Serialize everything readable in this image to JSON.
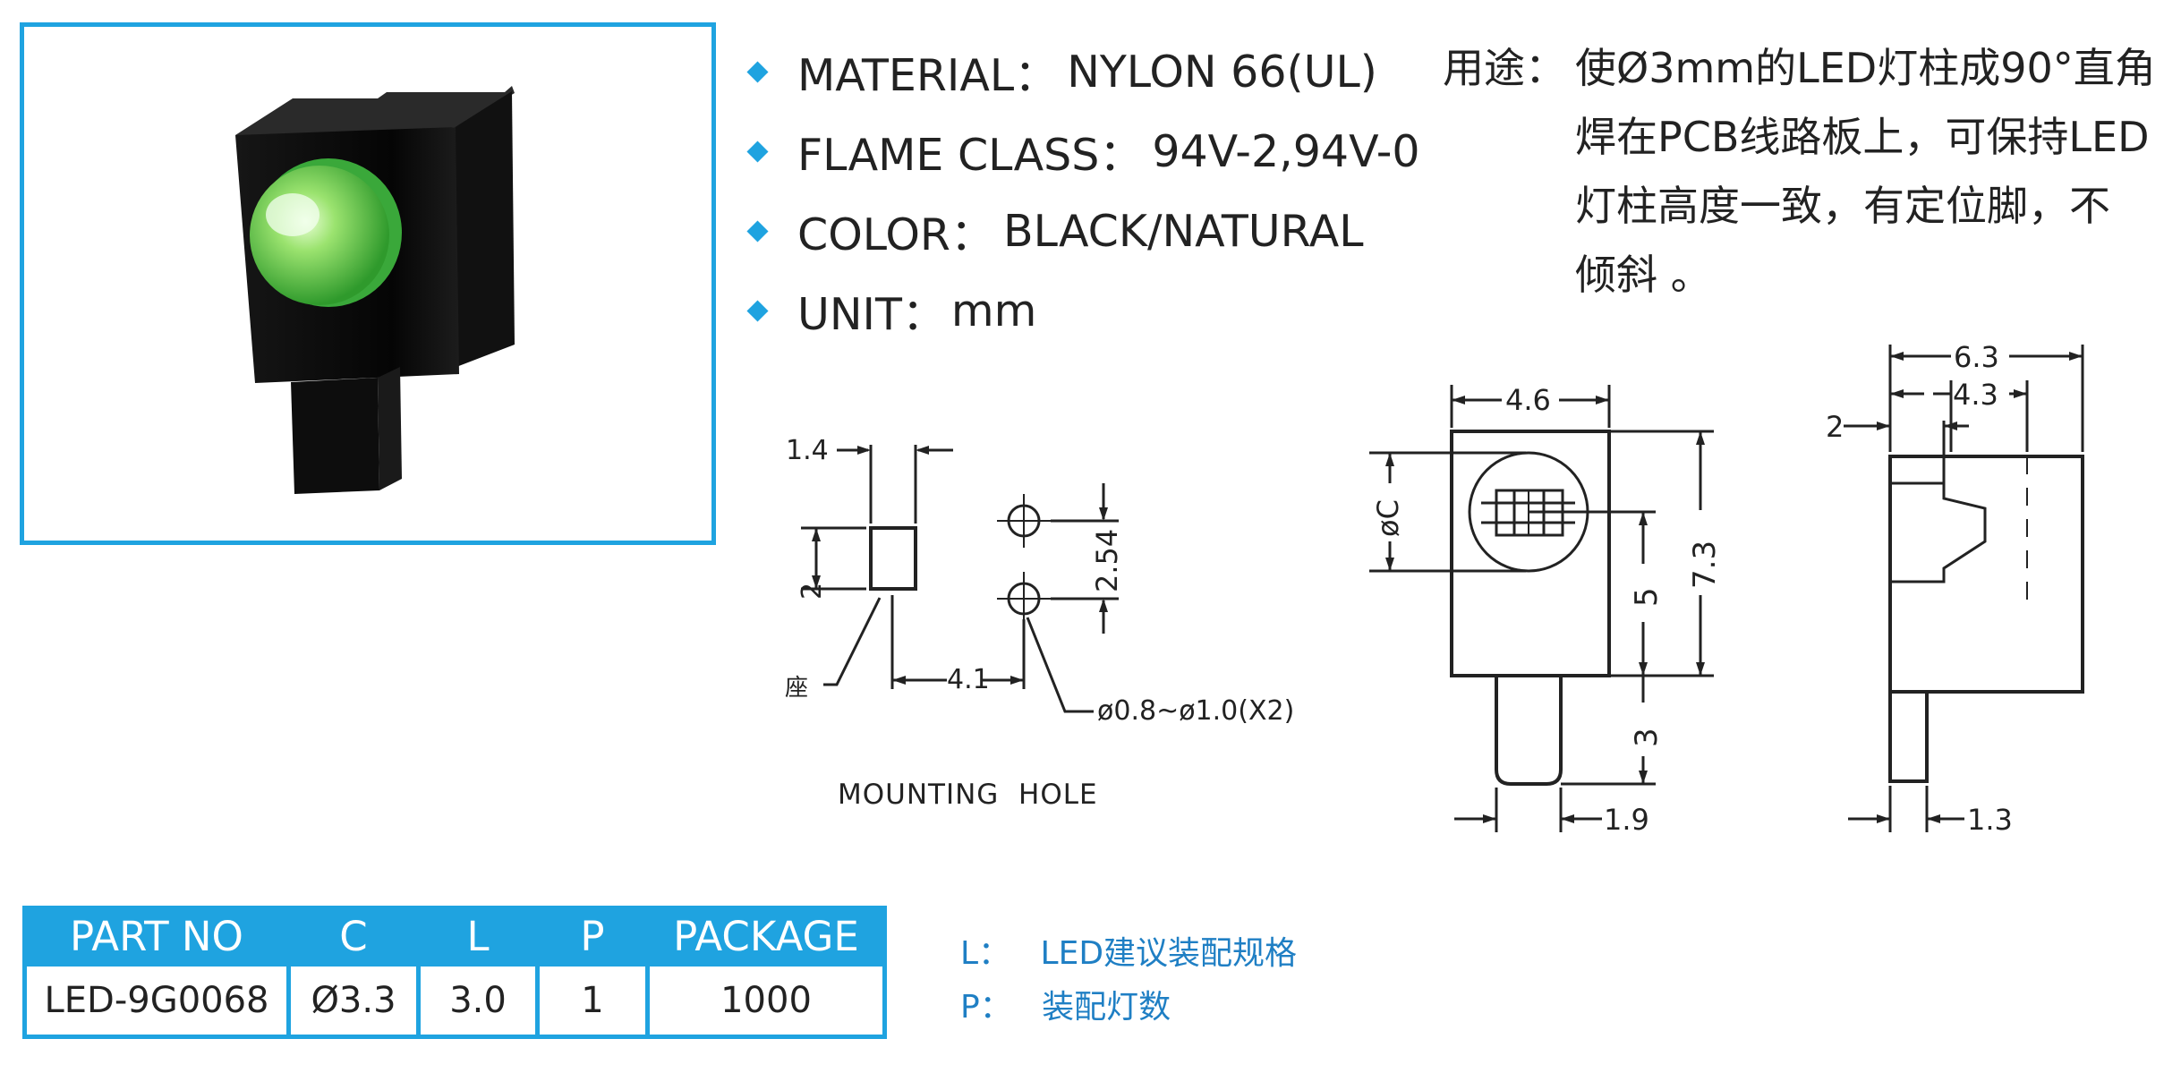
{
  "specs": [
    {
      "label": "MATERIAL：",
      "value": "NYLON 66(UL)"
    },
    {
      "label": "FLAME CLASS：",
      "value": "94V-2,94V-0"
    },
    {
      "label": "COLOR：",
      "value": "BLACK/NATURAL"
    },
    {
      "label": "UNIT：",
      "value": "mm"
    }
  ],
  "usage": {
    "label": "用途：",
    "lines": [
      "使Ø3mm的LED灯柱成90°直角",
      "焊在PCB线路板上，可保持LED",
      "灯柱高度一致，有定位脚，不",
      "倾斜 。"
    ]
  },
  "mounting": {
    "dim_width": "1.4",
    "dim_height": "2",
    "dim_pitch": "2.54",
    "dim_offset": "4.1",
    "seat_label": "座",
    "hole_label": "ø0.8~ø1.0(X2)",
    "title": "MOUNTING  HOLE"
  },
  "front_view": {
    "dim_width": "4.6",
    "dim_c": "øC",
    "dim_height": "7.3",
    "dim_center": "5",
    "dim_pin": "3",
    "dim_pin_width": "1.9"
  },
  "side_view": {
    "dim_total": "6.3",
    "dim_inner": "4.3",
    "dim_step": "2",
    "dim_pin_width": "1.3"
  },
  "table": {
    "headers": [
      "PART NO",
      "C",
      "L",
      "P",
      "PACKAGE"
    ],
    "row": [
      "LED-9G0068",
      "Ø3.3",
      "3.0",
      "1",
      "1000"
    ]
  },
  "notes": [
    {
      "key": "L：",
      "text": "LED建议装配规格"
    },
    {
      "key": "P：",
      "text": "装配灯数"
    }
  ],
  "colors": {
    "accent": "#1fa3e0",
    "note_text": "#1f7fc4"
  }
}
